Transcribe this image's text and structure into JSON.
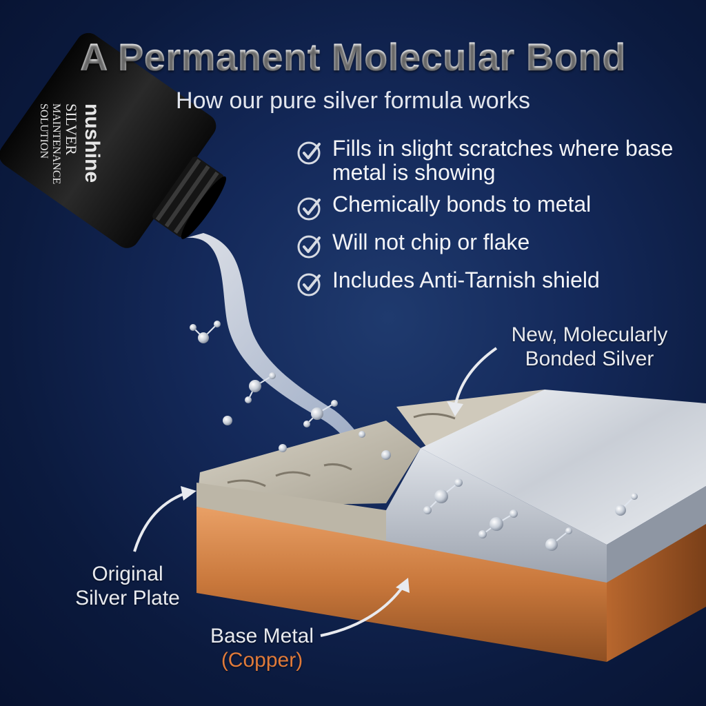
{
  "header": {
    "title": "A Permanent Molecular Bond",
    "subtitle": "How our pure silver formula works"
  },
  "benefits": [
    {
      "text": "Fills in slight scratches where base metal is showing",
      "icon": "check-circle-icon"
    },
    {
      "text": "Chemically bonds to metal",
      "icon": "check-circle-icon"
    },
    {
      "text": "Will not chip or flake",
      "icon": "check-circle-icon"
    },
    {
      "text": "Includes Anti-Tarnish shield",
      "icon": "check-circle-icon"
    }
  ],
  "bottle": {
    "brand": "nushine",
    "product_line1": "SILVER",
    "product_line2": "MAINTENANCE",
    "product_line3": "SOLUTION"
  },
  "callouts": {
    "new_silver": {
      "line1": "New, Molecularly",
      "line2": "Bonded Silver"
    },
    "original_plate": {
      "line1": "Original",
      "line2": "Silver Plate"
    },
    "base_metal": {
      "line1": "Base Metal",
      "line2": "(Copper)"
    }
  },
  "colors": {
    "background": "#14295a",
    "copper": "#c8773b",
    "silver": "#d9dde3",
    "accent_copper_text": "#e07a3a"
  }
}
